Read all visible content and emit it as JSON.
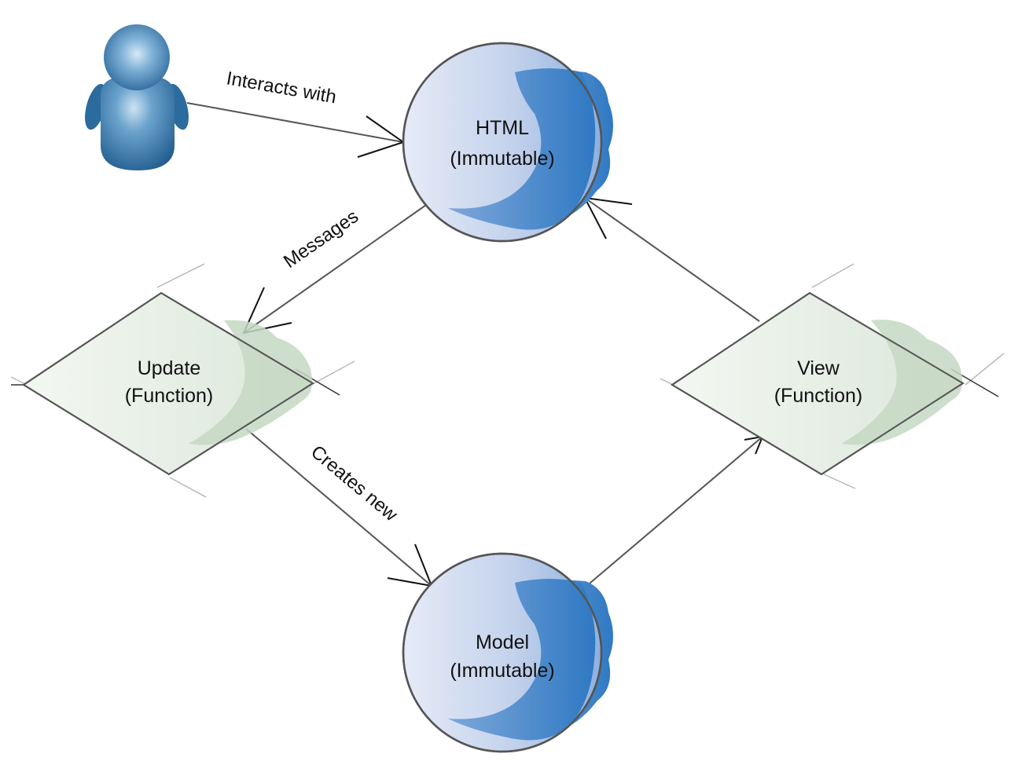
{
  "nodes": {
    "html": {
      "line1": "HTML",
      "line2": "(Immutable)"
    },
    "model": {
      "line1": "Model",
      "line2": "(Immutable)"
    },
    "update": {
      "line1": "Update",
      "line2": "(Function)"
    },
    "view": {
      "line1": "View",
      "line2": "(Function)"
    }
  },
  "edges": {
    "interacts": "Interacts with",
    "messages": "Messages",
    "creates": "Creates new"
  },
  "colors": {
    "circle_light": "#e4e9f6",
    "circle_mid": "#b5c8e8",
    "circle_accent": "#3f86cc",
    "diamond_fill": "#e3ece2",
    "diamond_cloud": "#c4d7c2",
    "user_blue": "#2f6fa3"
  }
}
